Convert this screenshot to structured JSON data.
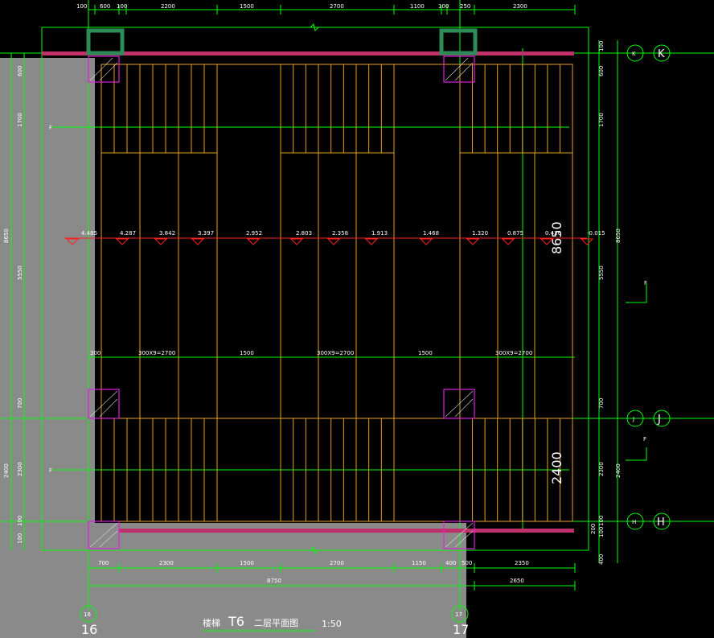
{
  "drawing": {
    "title_cn": "楼梯",
    "title_code": "T6",
    "title_floor": "二层平面图",
    "scale": "1:50"
  },
  "top_dims": [
    "100",
    "600",
    "100",
    "2200",
    "1500",
    "2700",
    "1100",
    "100",
    "250",
    "2300"
  ],
  "bottom_dims": [
    "700",
    "2300",
    "1500",
    "2700",
    "1150",
    "400",
    "500",
    "2350"
  ],
  "bottom_totals": [
    "8750",
    "2650"
  ],
  "stair_dims": [
    "300",
    "300X9=2700",
    "1500",
    "300X9=2700",
    "1500",
    "300X9=2700"
  ],
  "left_dims": [
    "600",
    "1700",
    "5550",
    "700",
    "2300",
    "100",
    "100"
  ],
  "left_totals": [
    "8650",
    "2400"
  ],
  "right_dims": [
    "100",
    "600",
    "1700",
    "5550",
    "700",
    "2300",
    "100",
    "100",
    "200",
    "400"
  ],
  "right_totals": [
    "8650",
    "2400"
  ],
  "levels": [
    "4.485",
    "4.287",
    "3.842",
    "3.397",
    "2.952",
    "2.803",
    "2.358",
    "1.913",
    "1.468",
    "1.320",
    "0.875",
    "0.430",
    "-0.015"
  ],
  "big_dims": [
    "8650",
    "2400"
  ],
  "axes": {
    "rows": [
      "K",
      "J",
      "H"
    ],
    "cols": [
      "16",
      "17"
    ]
  },
  "markers": {
    "f_label": "F"
  },
  "colors": {
    "background": "#000000",
    "grid": "#00ff00",
    "treads": "#e6a020",
    "beam": "#c0306a",
    "column": "#e020e0",
    "level": "#ff2020",
    "shade": "#8a8a8a"
  }
}
